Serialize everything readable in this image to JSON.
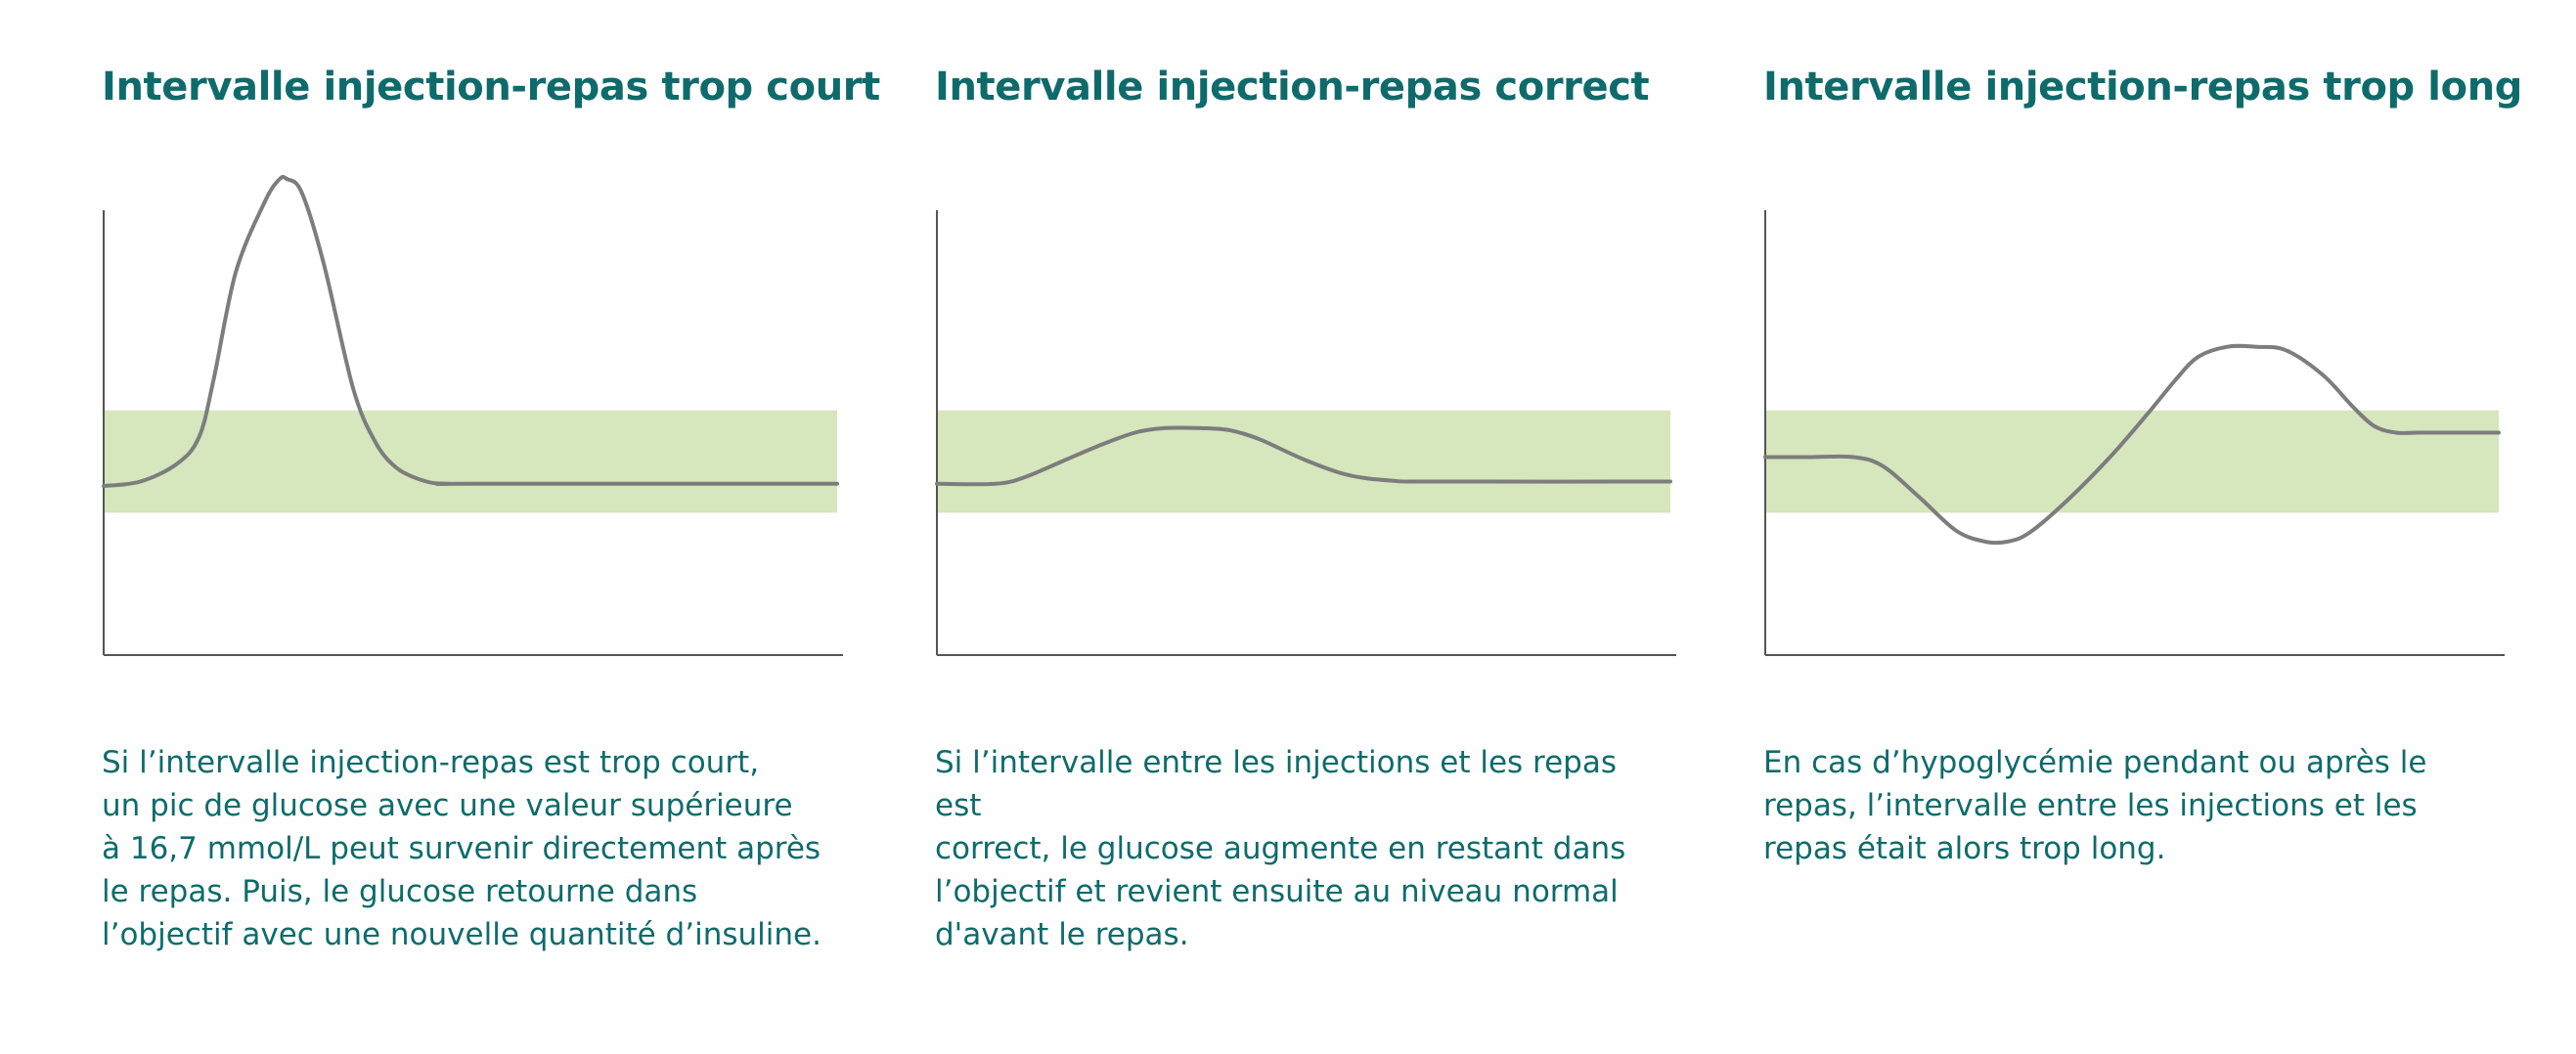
{
  "colors": {
    "title": "#0f6b6b",
    "text": "#0f6b6b",
    "target_band": "#d6e6bd",
    "curve": "#7d7d7d",
    "axis": "#555555"
  },
  "chart_data": [
    {
      "type": "line",
      "title": "Intervalle injection-repas trop court",
      "xlabel": "",
      "ylabel": "",
      "xlim": [
        0,
        100
      ],
      "ylim": [
        0,
        100
      ],
      "grid": false,
      "target_band": [
        32,
        55
      ],
      "series": [
        {
          "x": [
            0,
            5,
            10,
            13,
            15,
            18,
            22,
            24,
            25,
            27,
            30,
            34,
            37,
            40,
            44,
            47,
            50,
            100
          ],
          "y": [
            38,
            39,
            43,
            49,
            62,
            86,
            102,
            107,
            107,
            104,
            88,
            60,
            48,
            42,
            39,
            38.5,
            38.5,
            38.5
          ]
        }
      ],
      "description": "Si l’intervalle injection-repas est trop court,\nun pic de glucose avec une valeur supérieure\nà 16,7 mmol/L peut survenir directement après\nle repas. Puis, le glucose retourne dans\nl’objectif avec une nouvelle quantité d’insuline."
    },
    {
      "type": "line",
      "title": "Intervalle injection-repas correct",
      "xlabel": "",
      "ylabel": "",
      "xlim": [
        0,
        100
      ],
      "ylim": [
        0,
        100
      ],
      "grid": false,
      "target_band": [
        32,
        55
      ],
      "series": [
        {
          "x": [
            0,
            8,
            12,
            17,
            22,
            27,
            31,
            36,
            40,
            44,
            50,
            56,
            62,
            68,
            100
          ],
          "y": [
            38.5,
            38.5,
            40,
            43.5,
            47,
            50,
            51,
            51,
            50.5,
            48.5,
            44,
            40.5,
            39.2,
            39,
            39
          ]
        }
      ],
      "description": "Si l’intervalle entre les injections et les repas est\ncorrect, le glucose augmente en restant dans\nl’objectif et revient ensuite au niveau normal\nd'avant le repas."
    },
    {
      "type": "line",
      "title": "Intervalle injection-repas trop long",
      "xlabel": "",
      "ylabel": "",
      "xlim": [
        0,
        100
      ],
      "ylim": [
        0,
        100
      ],
      "grid": false,
      "target_band": [
        32,
        55
      ],
      "series": [
        {
          "x": [
            0,
            6,
            12,
            16,
            21,
            26,
            30,
            33,
            36,
            41,
            47,
            52,
            56,
            59,
            63,
            67,
            71,
            76,
            80,
            83,
            86,
            89,
            93,
            96,
            100
          ],
          "y": [
            44.5,
            44.5,
            44.5,
            42.5,
            35.5,
            28,
            25.5,
            25.5,
            27.5,
            34.5,
            44.5,
            54,
            62,
            67,
            69.3,
            69.3,
            68.5,
            63,
            56,
            51.5,
            50,
            50,
            50,
            50,
            50
          ]
        }
      ],
      "description": "En cas d’hypoglycémie pendant ou après le\nrepas, l’intervalle entre les injections et les\nrepas était alors trop long."
    }
  ]
}
